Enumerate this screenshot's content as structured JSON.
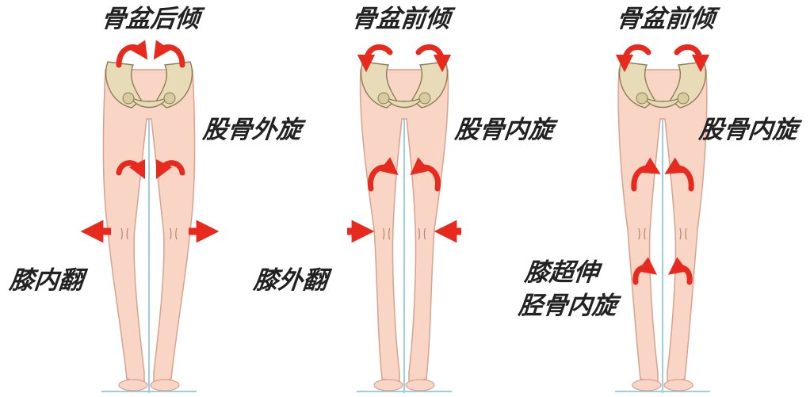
{
  "colors": {
    "skin": "#f9d5c5",
    "skin_outline": "#d9a28e",
    "bone": "#e8dcb8",
    "bone_outline": "#8a7b55",
    "arrow": "#e8291d",
    "axis_line": "#9ccfe6",
    "text": "#222222"
  },
  "panels": [
    {
      "pelvis_label": "骨盆后倾",
      "femur_label": "股骨外旋",
      "knee_label": "膝内翻",
      "extra_label": ""
    },
    {
      "pelvis_label": "骨盆前倾",
      "femur_label": "股骨内旋",
      "knee_label": "膝外翻",
      "extra_label": ""
    },
    {
      "pelvis_label": "骨盆前倾",
      "femur_label": "股骨内旋",
      "knee_label": "膝超伸",
      "extra_label": "胫骨内旋"
    }
  ]
}
